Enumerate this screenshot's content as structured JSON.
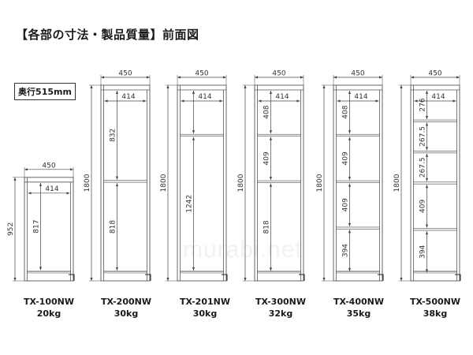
{
  "header": {
    "title": "【各部の寸法・製品質量】前面図",
    "depth_label": "奥行515mm"
  },
  "watermark": "murabi.net",
  "colors": {
    "line": "#555555",
    "dim_line": "#444444",
    "text": "#1a1a1a"
  },
  "units": [
    {
      "model": "TX-100NW",
      "weight": "20kg",
      "width_mm": "450",
      "inner_width_mm": "414",
      "height_mm": "952",
      "total_height": 952,
      "compartments": [
        {
          "label": "817",
          "mm": 817
        }
      ]
    },
    {
      "model": "TX-200NW",
      "weight": "30kg",
      "width_mm": "450",
      "inner_width_mm": "414",
      "height_mm": "1800",
      "total_height": 1800,
      "compartments": [
        {
          "label": "832",
          "mm": 832
        },
        {
          "label": "818",
          "mm": 818
        }
      ]
    },
    {
      "model": "TX-201NW",
      "weight": "30kg",
      "width_mm": "450",
      "inner_width_mm": "414",
      "height_mm": "1800",
      "total_height": 1800,
      "compartments": [
        {
          "label": "414",
          "mm": 408,
          "hide_label": true
        },
        {
          "label": "1242",
          "mm": 1242
        }
      ]
    },
    {
      "model": "TX-300NW",
      "weight": "32kg",
      "width_mm": "450",
      "inner_width_mm": "414",
      "height_mm": "1800",
      "total_height": 1800,
      "compartments": [
        {
          "label": "408",
          "mm": 408
        },
        {
          "label": "409",
          "mm": 409
        },
        {
          "label": "818",
          "mm": 818
        }
      ]
    },
    {
      "model": "TX-400NW",
      "weight": "35kg",
      "width_mm": "450",
      "inner_width_mm": "414",
      "height_mm": "1800",
      "total_height": 1800,
      "compartments": [
        {
          "label": "408",
          "mm": 408
        },
        {
          "label": "409",
          "mm": 409
        },
        {
          "label": "409",
          "mm": 409
        },
        {
          "label": "394",
          "mm": 394
        }
      ]
    },
    {
      "model": "TX-500NW",
      "weight": "38kg",
      "width_mm": "450",
      "inner_width_mm": "414",
      "height_mm": "1800",
      "total_height": 1800,
      "compartments": [
        {
          "label": "276",
          "mm": 276
        },
        {
          "label": "267.5",
          "mm": 267.5
        },
        {
          "label": "267.5",
          "mm": 267.5
        },
        {
          "label": "409",
          "mm": 409
        },
        {
          "label": "394",
          "mm": 394
        }
      ]
    }
  ]
}
